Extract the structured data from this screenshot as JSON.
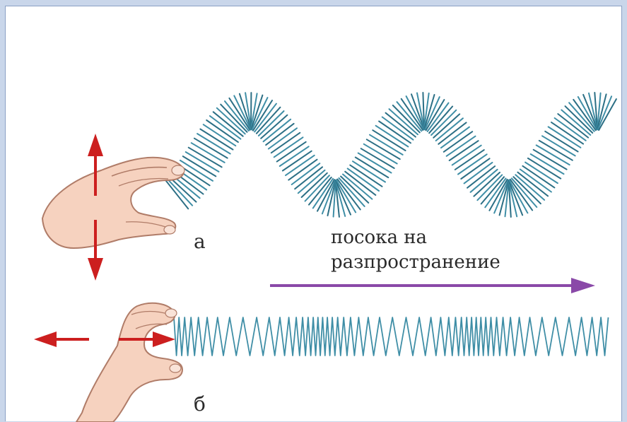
{
  "labels": {
    "part_a": "а",
    "part_b": "б",
    "direction_line1": "посока на",
    "direction_line2": "разпространение"
  },
  "colors": {
    "spring": "#3f8ea6",
    "spring_dark": "#2c6f85",
    "arrow_red": "#cc1f1f",
    "arrow_purple": "#8a49a8",
    "skin": "#f6d2bf",
    "skin_outline": "#b07c68",
    "frame_border": "#8aa0c4",
    "page_background": "#c9d6ea"
  },
  "icons": {
    "hand_top": "hand-pinching-icon",
    "hand_bottom": "hand-pinching-icon",
    "vertical_arrows": "double-headed-vertical-arrow-icon",
    "horizontal_arrows": "double-headed-horizontal-arrow-icon",
    "direction_arrow": "right-arrow-icon"
  }
}
